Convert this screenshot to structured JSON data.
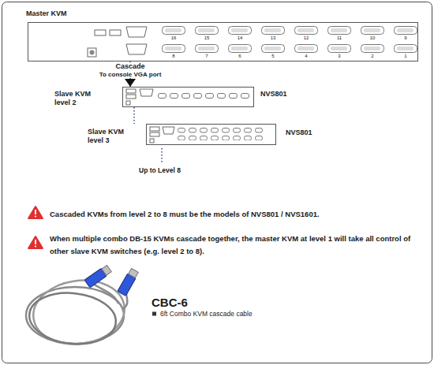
{
  "diagram": {
    "nodes": [
      {
        "text": [
          "Master KVM"
        ]
      },
      {
        "text": [
          "Slave KVM level 2",
          "NVS801"
        ]
      },
      {
        "text": [
          "Slave KVM level 3",
          "NVS801"
        ]
      }
    ],
    "edges": [
      {
        "from": 0,
        "to": 1,
        "arrow": "to",
        "label": "Cascade"
      },
      {
        "from": 1,
        "to": 2,
        "arrow": "none"
      }
    ],
    "labels": [
      "16",
      "15",
      "14",
      "13",
      "12",
      "11",
      "10",
      "9",
      "8",
      "7",
      "6",
      "5",
      "4",
      "3",
      "2",
      "1",
      "To console VGA port",
      "Up to Level 8",
      "Cascaded KVMs from level 2 to 8 must be the models of NVS801 / NVS1601.",
      "When multiple combo DB-15 KVMs cascade together, the master KVM at level 1 will take all control of other slave KVM switches (e.g. level 2 to 8).",
      "CBC-6",
      "6ft Combo KVM cascade cable"
    ]
  }
}
